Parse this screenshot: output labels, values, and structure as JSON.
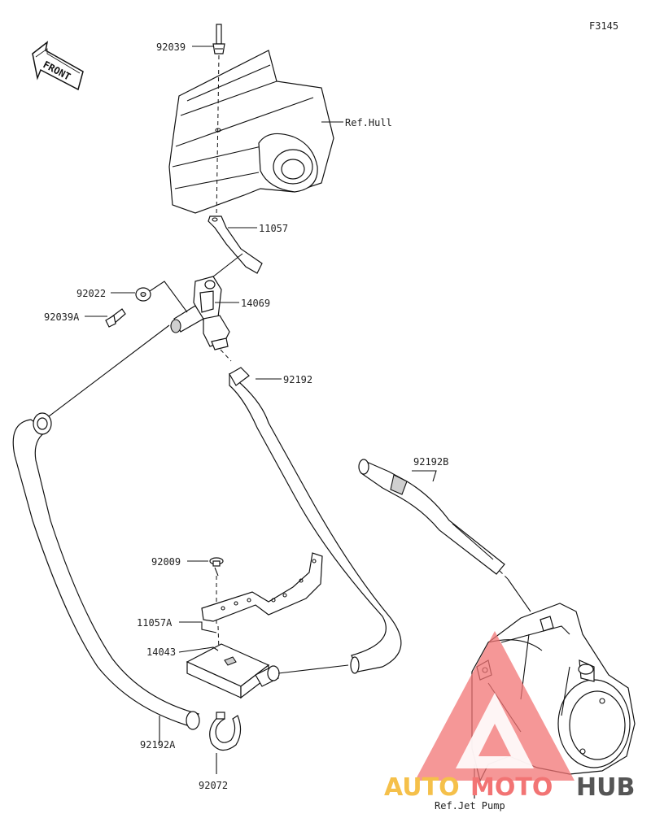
{
  "diagram_code": "F3145",
  "front_label": "FRONT",
  "parts": {
    "p92039": "92039",
    "p11057": "11057",
    "p92022": "92022",
    "p92039A": "92039A",
    "p14069": "14069",
    "p92192": "92192",
    "p92192B": "92192B",
    "p92009": "92009",
    "p11057A": "11057A",
    "p14043": "14043",
    "p92192A": "92192A",
    "p92072": "92072"
  },
  "refs": {
    "hull": "Ref.Hull",
    "jet_pump": "Ref.Jet Pump"
  },
  "watermark": {
    "word1": "AUTO",
    "word2": "MOTO",
    "word3": "HUB",
    "color1": "#f5c04a",
    "color2": "#f27474",
    "color3": "#555555"
  }
}
